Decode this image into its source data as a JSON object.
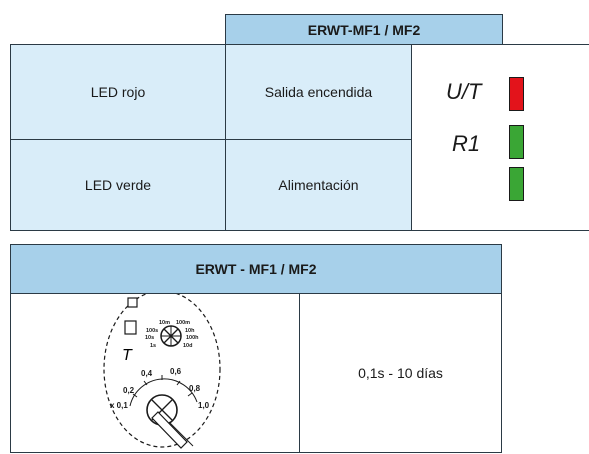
{
  "table1": {
    "header": "ERWT-MF1 / MF2",
    "rows": [
      {
        "label": "LED rojo",
        "function": "Salida encendida"
      },
      {
        "label": "LED verde",
        "function": "Alimentación"
      }
    ],
    "indicators": {
      "ut_label": "U/T",
      "r1_label": "R1",
      "red_color": "#e3131b",
      "green_color": "#3aa635"
    }
  },
  "table2": {
    "header": "ERWT - MF1 / MF2",
    "range": "0,1s - 10 días",
    "dial": {
      "letter": "T",
      "time_marks": [
        "10m",
        "100m",
        "100s",
        "10h",
        "10s",
        "100h",
        "1s",
        "10d"
      ],
      "scale_marks": [
        "0,4",
        "0,6",
        "0,2",
        "0,8",
        "x 0,1",
        "1,0"
      ]
    }
  }
}
